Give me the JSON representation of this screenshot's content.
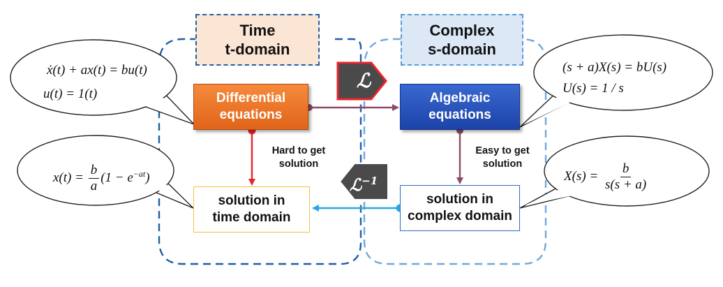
{
  "domains": {
    "time": {
      "title_line1": "Time",
      "title_line2": "t-domain"
    },
    "complex": {
      "title_line1": "Complex",
      "title_line2": "s-domain"
    }
  },
  "boxes": {
    "differential": {
      "line1": "Differential",
      "line2": "equations"
    },
    "algebraic": {
      "line1": "Algebraic",
      "line2": "equations"
    },
    "time_solution": {
      "line1": "solution in",
      "line2": "time domain"
    },
    "complex_solution": {
      "line1": "solution in",
      "line2": "complex domain"
    }
  },
  "arrow_notes": {
    "hard": {
      "line1": "Hard to get",
      "line2": "solution"
    },
    "easy": {
      "line1": "Easy to get",
      "line2": "solution"
    }
  },
  "transforms": {
    "laplace": "ℒ",
    "inverse_symbol": "ℒ",
    "inverse_exp": "−1"
  },
  "equations": {
    "ode": "ẋ(t) + ax(t) = bu(t)",
    "input": "u(t) = 1(t)",
    "s_equation": "(s + a)X(s) = bU(s)",
    "s_input": "U(s) = 1 / s",
    "time_solution_lhs": "x(t) =",
    "time_solution_num": "b",
    "time_solution_den": "a",
    "time_solution_paren_open": "(1 − e",
    "time_solution_exp": "−at",
    "time_solution_paren_close": ")",
    "s_solution_lhs": "X(s) =",
    "s_solution_num": "b",
    "s_solution_den": "s(s + a)"
  },
  "colors": {
    "time_region": "#1f5fa6",
    "complex_region": "#6fa8dc",
    "differential_box": "#e8722a",
    "algebraic_box": "#2450b8",
    "laplace_arrow": "#8e4a68",
    "hard_arrow": "#e8232a",
    "inverse_arrow": "#29a8e0",
    "tag_fill": "#4a4a4a",
    "laplace_tag_border": "#e8232a"
  }
}
